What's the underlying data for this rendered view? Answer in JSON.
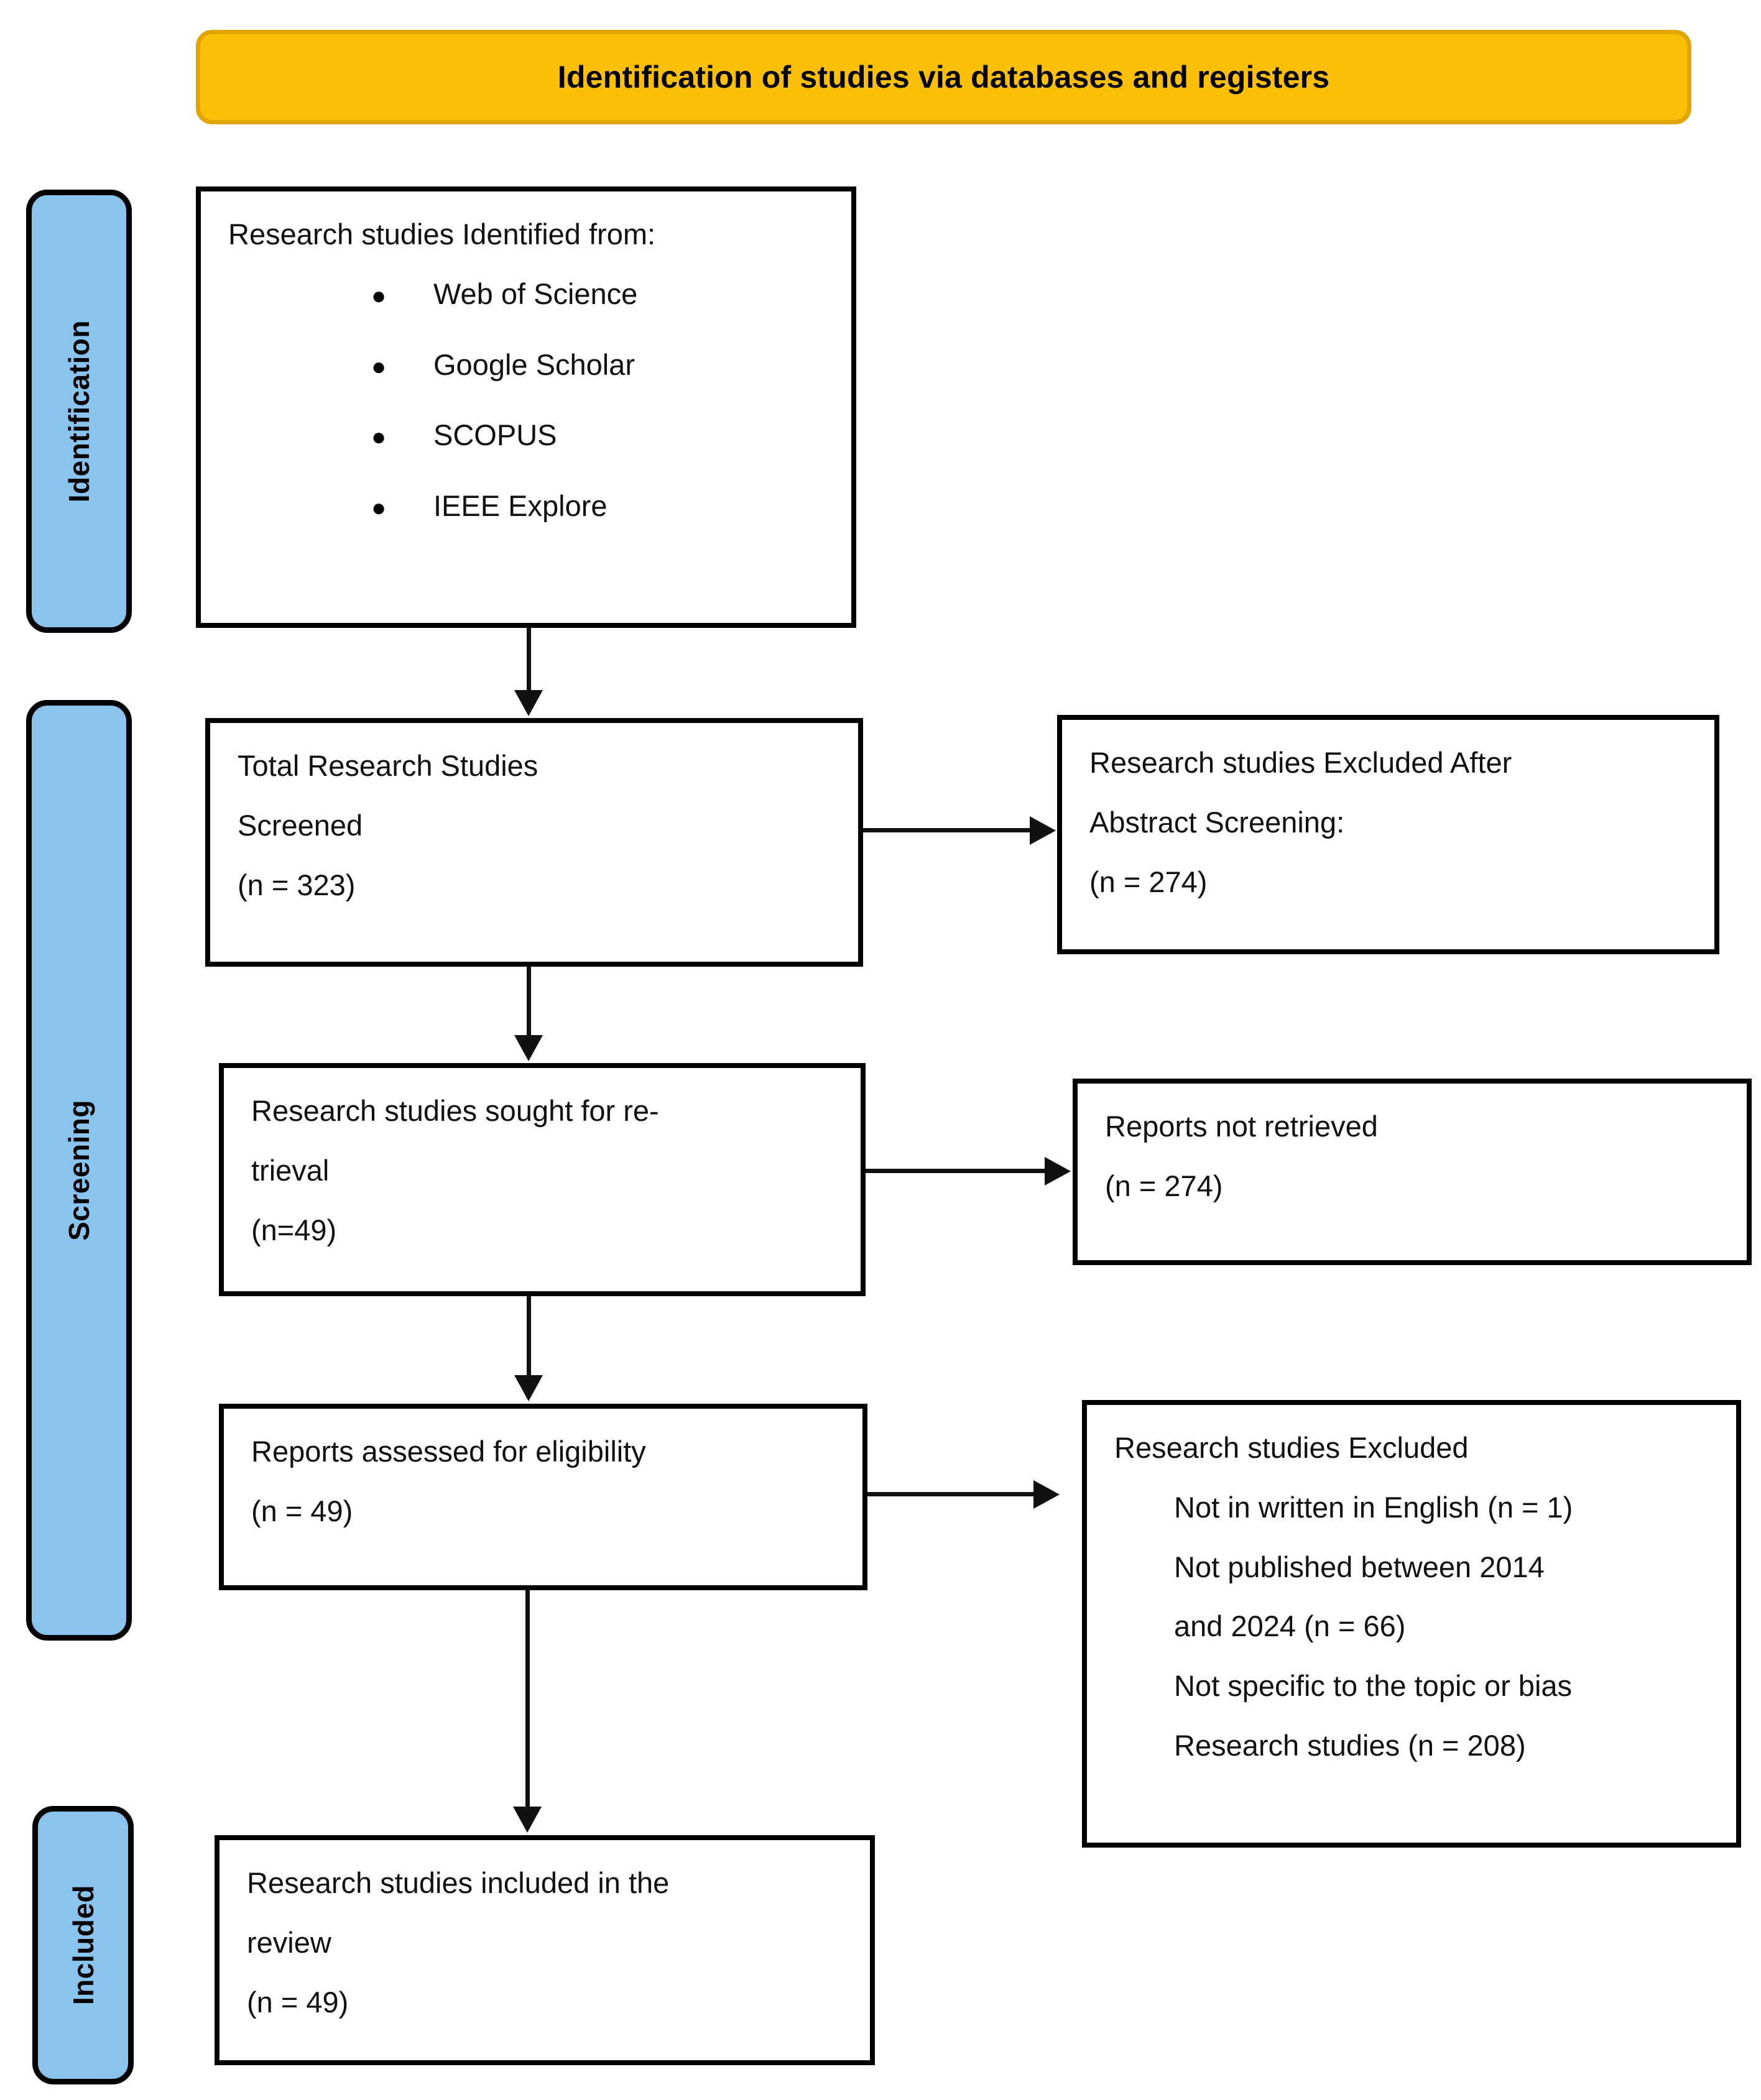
{
  "header": {
    "title": "Identification of studies via databases and registers",
    "bg_color": "#FBBF07",
    "border_color": "#E0A500"
  },
  "stages": [
    {
      "id": "identification",
      "label": "Identification",
      "bg_color": "#8AC4EC"
    },
    {
      "id": "screening",
      "label": "Screening",
      "bg_color": "#8AC4EC"
    },
    {
      "id": "included",
      "label": "Included",
      "bg_color": "#8AC4EC"
    }
  ],
  "boxes": {
    "identified": {
      "heading": "Research studies Identified from:",
      "bullet_glyph": "●",
      "sources": [
        "Web of Science",
        "Google Scholar",
        "SCOPUS",
        "IEEE Explore"
      ]
    },
    "screened": {
      "line1": "Total Research Studies",
      "line2": "Screened",
      "line3": "(n = 323)"
    },
    "excluded_after_abstract": {
      "line1": "Research studies Excluded After",
      "line2": "Abstract Screening:",
      "line3": "(n = 274)"
    },
    "sought_for_retrieval": {
      "line1": "Research studies sought for re-",
      "line2": "trieval",
      "line3": "(n=49)"
    },
    "not_retrieved": {
      "line1": "Reports not retrieved",
      "line2": "(n = 274)"
    },
    "assessed_eligibility": {
      "line1": "Reports assessed for eligibility",
      "line2": "(n = 49)"
    },
    "excluded_reasons": {
      "heading": "Research studies Excluded",
      "reasons": [
        "Not in written in English (n = 1)",
        "Not published between 2014",
        "and 2024 (n = 66)",
        "Not specific to the topic or bias",
        "Research studies (n = 208)"
      ]
    },
    "included_in_review": {
      "line1": "Research studies included in the",
      "line2": "review",
      "line3": "(n = 49)"
    }
  },
  "chart_data": {
    "type": "diagram",
    "title": "Identification of studies via databases and registers",
    "diagram_kind": "PRISMA flow diagram",
    "stages": [
      "Identification",
      "Screening",
      "Included"
    ],
    "nodes": [
      {
        "id": "identified",
        "stage": "Identification",
        "label": "Research studies Identified from: Web of Science, Google Scholar, SCOPUS, IEEE Explore",
        "n": null
      },
      {
        "id": "screened",
        "stage": "Screening",
        "label": "Total Research Studies Screened",
        "n": 323
      },
      {
        "id": "excluded_after_abstract",
        "stage": "Screening",
        "label": "Research studies Excluded After Abstract Screening:",
        "n": 274
      },
      {
        "id": "sought_for_retrieval",
        "stage": "Screening",
        "label": "Research studies sought for retrieval",
        "n": 49
      },
      {
        "id": "not_retrieved",
        "stage": "Screening",
        "label": "Reports not retrieved",
        "n": 274
      },
      {
        "id": "assessed_eligibility",
        "stage": "Screening",
        "label": "Reports assessed for eligibility",
        "n": 49
      },
      {
        "id": "excluded_reasons",
        "stage": "Screening",
        "label": "Research studies Excluded",
        "n": null,
        "breakdown": [
          {
            "reason": "Not in written in English",
            "n": 1
          },
          {
            "reason": "Not published between 2014 and 2024",
            "n": 66
          },
          {
            "reason": "Not specific to the topic or bias Research studies",
            "n": 208
          }
        ]
      },
      {
        "id": "included_in_review",
        "stage": "Included",
        "label": "Research studies included in the review",
        "n": 49
      }
    ],
    "edges": [
      {
        "from": "identified",
        "to": "screened",
        "direction": "down"
      },
      {
        "from": "screened",
        "to": "excluded_after_abstract",
        "direction": "right"
      },
      {
        "from": "screened",
        "to": "sought_for_retrieval",
        "direction": "down"
      },
      {
        "from": "sought_for_retrieval",
        "to": "not_retrieved",
        "direction": "right"
      },
      {
        "from": "sought_for_retrieval",
        "to": "assessed_eligibility",
        "direction": "down"
      },
      {
        "from": "assessed_eligibility",
        "to": "excluded_reasons",
        "direction": "right"
      },
      {
        "from": "assessed_eligibility",
        "to": "included_in_review",
        "direction": "down"
      }
    ]
  }
}
